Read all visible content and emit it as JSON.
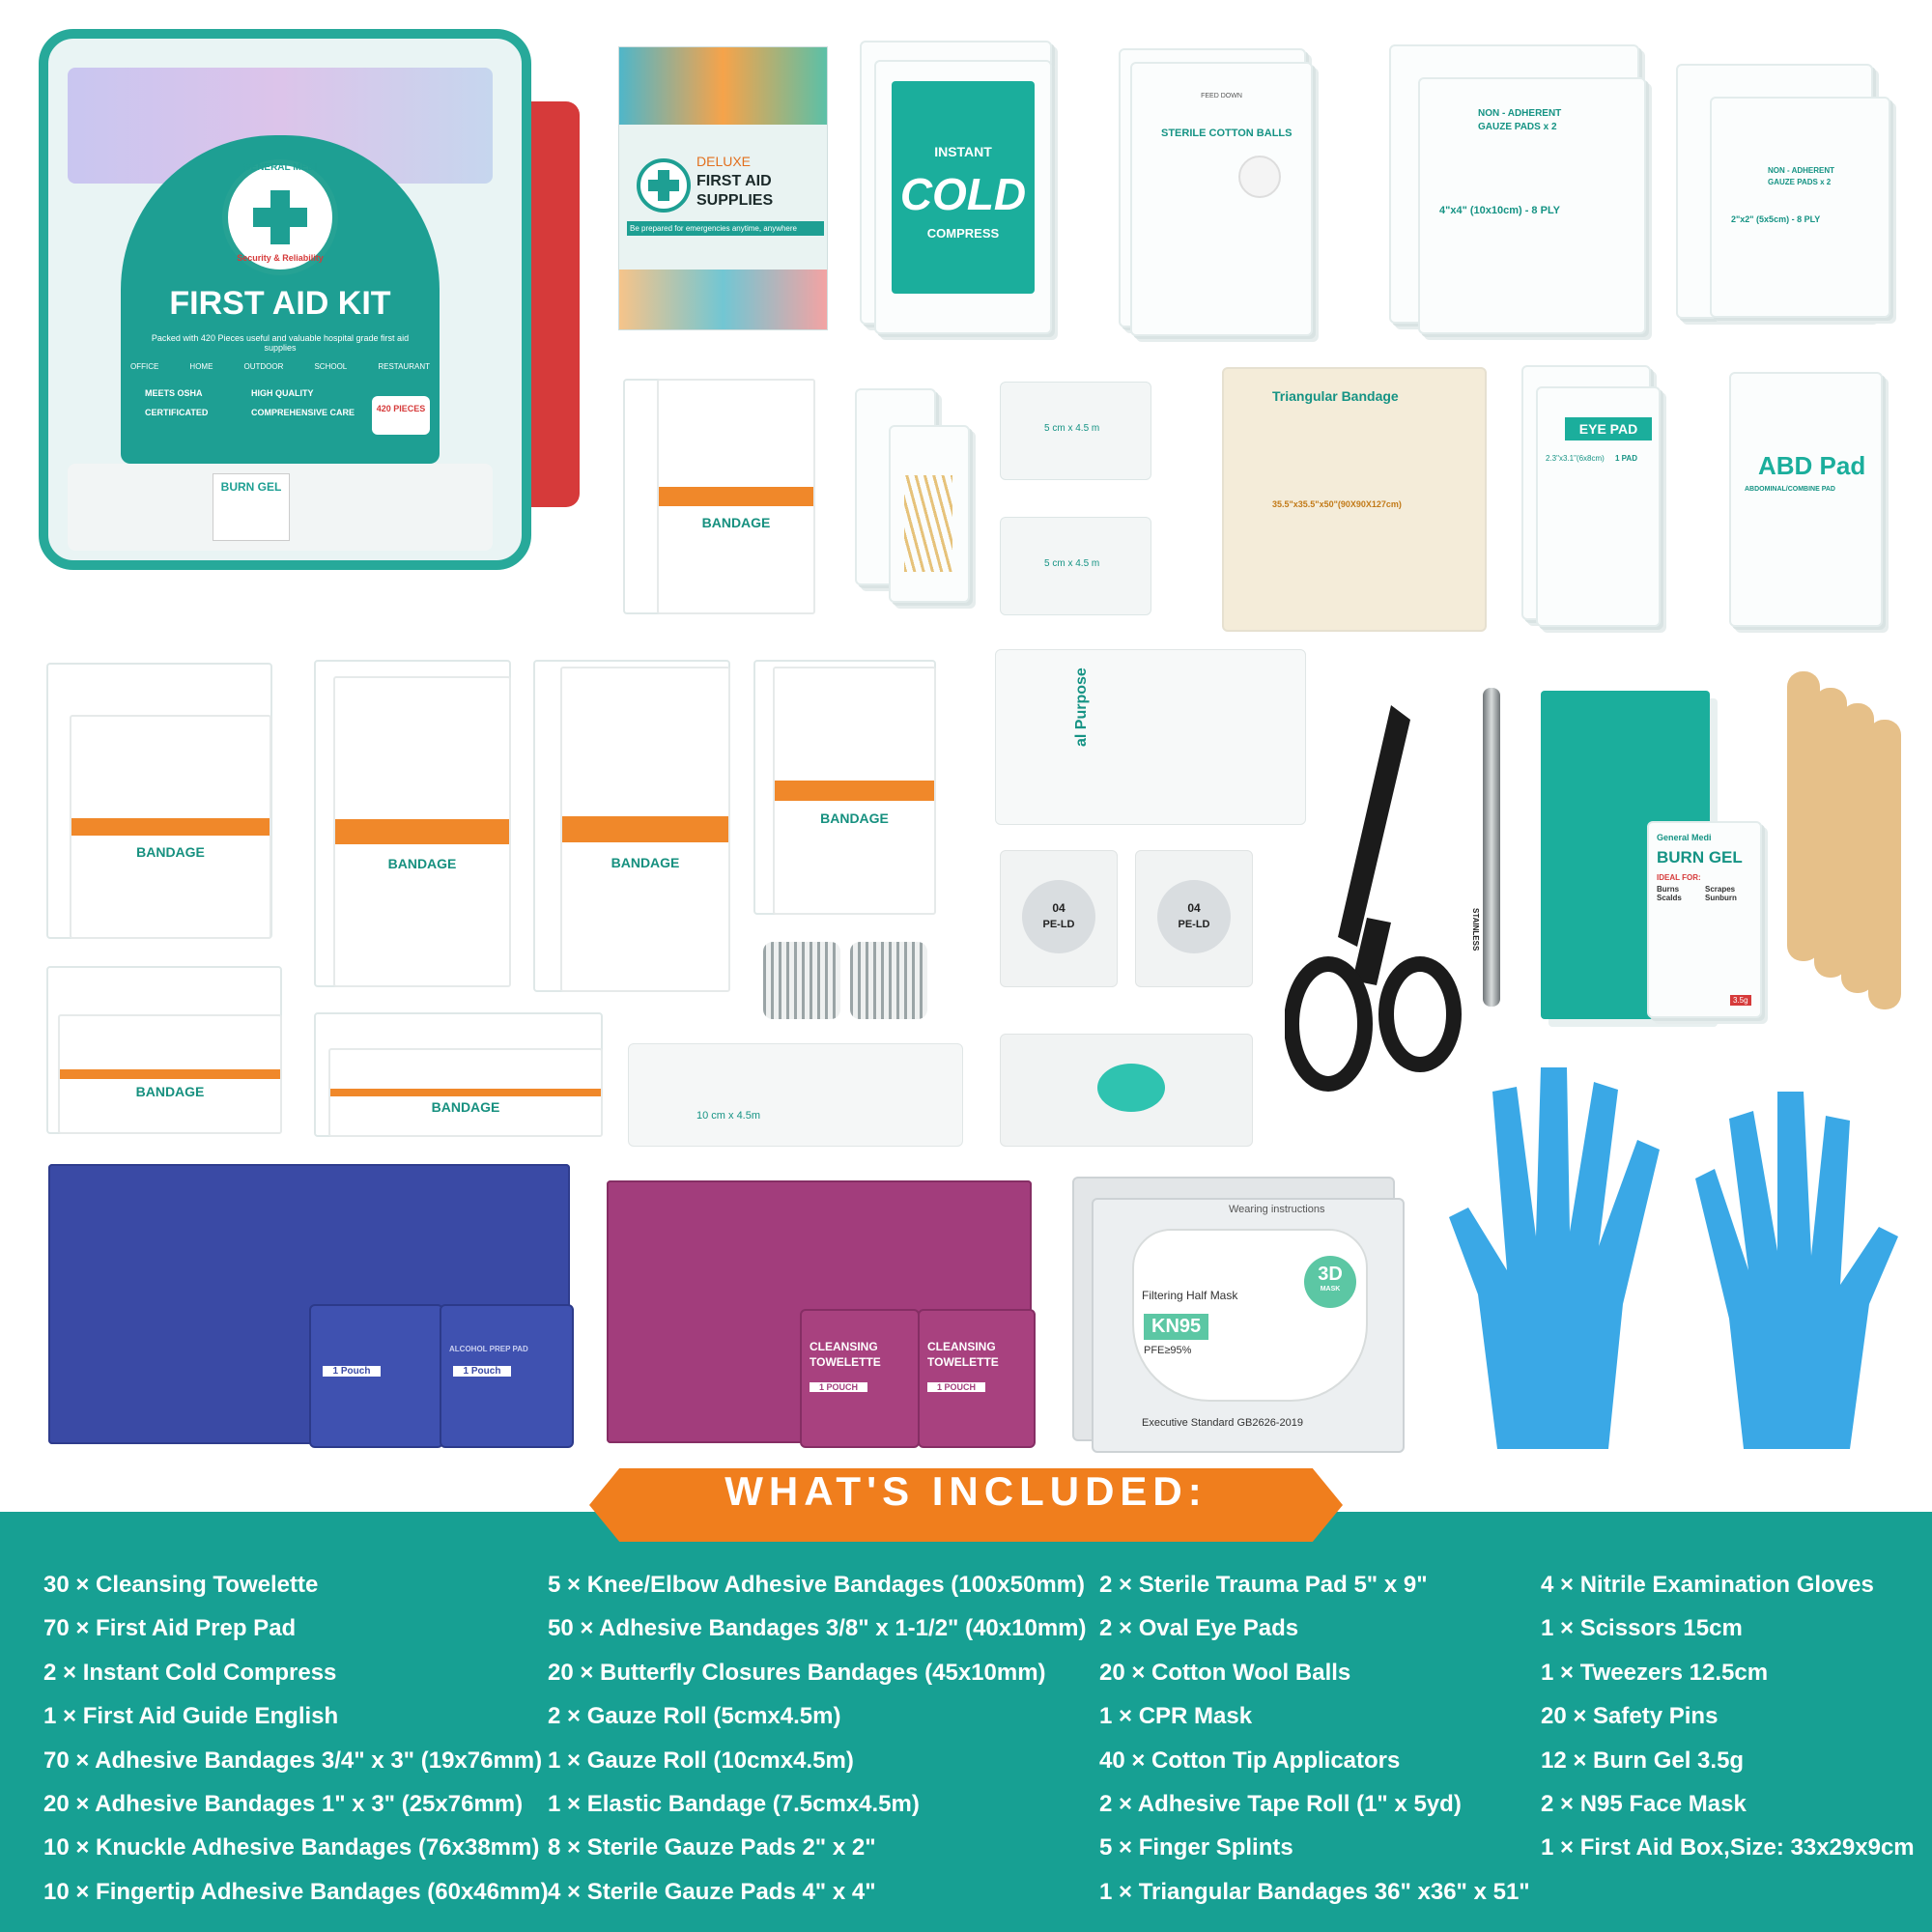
{
  "kit_box": {
    "brand": "GENERAL MEDI",
    "tagline": "Security & Reliability",
    "title": "FIRST AID KIT",
    "subtitle": "Packed with 420 Pieces useful and valuable hospital grade first aid supplies",
    "places": [
      "OFFICE",
      "HOME",
      "OUTDOOR",
      "SCHOOL",
      "RESTAURANT"
    ],
    "features": [
      "MEETS OSHA",
      "HIGH QUALITY",
      "CERTIFICATED",
      "COMPREHENSIVE CARE"
    ],
    "pieces_badge": "420 PIECES",
    "inner_item": "BURN GEL"
  },
  "guide": {
    "title_1": "DELUXE",
    "title_2": "FIRST AID",
    "title_3": "SUPPLIES",
    "slogan": "Be prepared for emergencies anytime, anywhere"
  },
  "cold_compress": {
    "top": "INSTANT",
    "big": "COLD",
    "bottom": "COMPRESS"
  },
  "cotton_balls": {
    "label": "STERILE COTTON BALLS",
    "feed": "FEED DOWN"
  },
  "gauze_4x4": {
    "line1": "NON - ADHERENT",
    "line2": "GAUZE PADS x 2",
    "size": "4\"x4\" (10x10cm) - 8 PLY"
  },
  "gauze_2x2": {
    "line1": "NON - ADHERENT",
    "line2": "GAUZE PADS x 2",
    "size": "2\"x2\" (5x5cm) - 8 PLY"
  },
  "triangular": {
    "label": "Triangular Bandage",
    "size": "35.5\"x35.5\"x50\"(90X90X127cm)"
  },
  "eye_pad": {
    "label": "EYE PAD",
    "size": "2.3\"x3.1\"(6x8cm)",
    "count": "1 PAD"
  },
  "abd_pad": {
    "label": "ABD Pad",
    "sub": "ABDOMINAL/COMBINE PAD"
  },
  "gauze_roll": {
    "label": "5 cm x 4.5 m"
  },
  "elastic": {
    "label": "10 cm x 4.5m"
  },
  "general_purpose": "al Purpose",
  "bandage_word": "BANDAGE",
  "tape": {
    "code": "04",
    "material": "PE-LD"
  },
  "scalpel": "STAINLESS",
  "burn_gel": {
    "brand": "General Medi",
    "label": "BURN GEL",
    "ideal": "IDEAL FOR:",
    "uses": [
      "Burns",
      "Scrapes",
      "Scalds",
      "Sunburn"
    ],
    "weight": "3.5g"
  },
  "prep_pad": {
    "count": "1 Pouch",
    "label": "ALCOHOL PREP PAD"
  },
  "towelette": {
    "label1": "CLEANSING",
    "label2": "TOWELETTE",
    "count": "1 POUCH"
  },
  "mask": {
    "title": "Filtering Half Mask",
    "badge": "3D",
    "badge_sub": "MASK",
    "type": "KN95",
    "pfe": "PFE≥95%",
    "standard": "Executive Standard   GB2626-2019",
    "wearing": "Wearing instructions"
  },
  "included_title": "WHAT'S INCLUDED:",
  "included": [
    [
      "30 × Cleansing Towelette",
      "70 × First Aid Prep Pad",
      "2 × Instant Cold Compress",
      "1 × First Aid Guide English",
      "70 × Adhesive Bandages 3/4\" x 3\" (19x76mm)",
      "20 × Adhesive Bandages 1\" x 3\" (25x76mm)",
      "10 × Knuckle Adhesive Bandages (76x38mm)",
      "10 × Fingertip Adhesive Bandages (60x46mm)"
    ],
    [
      "5 × Knee/Elbow Adhesive Bandages (100x50mm)",
      "50 × Adhesive Bandages 3/8\" x 1-1/2\" (40x10mm)",
      "20 × Butterfly Closures Bandages (45x10mm)",
      "2 × Gauze Roll (5cmx4.5m)",
      "1 × Gauze Roll (10cmx4.5m)",
      "1 × Elastic Bandage (7.5cmx4.5m)",
      "8 × Sterile Gauze Pads 2\" x 2\"",
      "4 × Sterile Gauze Pads 4\" x 4\""
    ],
    [
      "2 × Sterile Trauma Pad 5\" x 9\"",
      "2 × Oval Eye Pads",
      "20 × Cotton Wool Balls",
      "1 × CPR Mask",
      "40 × Cotton Tip Applicators",
      "2 × Adhesive Tape Roll (1\" x 5yd)",
      "5 × Finger Splints",
      "1 × Triangular Bandages 36\" x36\" x 51\""
    ],
    [
      "4 × Nitrile Examination Gloves",
      "1 × Scissors 15cm",
      "1 × Tweezers 12.5cm",
      "20 × Safety Pins",
      "12 × Burn Gel 3.5g",
      "2 × N95 Face Mask",
      "1 × First Aid Box,Size: 33x29x9cm"
    ]
  ],
  "colors": {
    "teal": "#17a093",
    "orange": "#f07e1d",
    "navy": "#3a4aa5",
    "magenta": "#a23d7c",
    "glove_blue": "#3aa8e6",
    "box_red": "#d63a3a"
  }
}
